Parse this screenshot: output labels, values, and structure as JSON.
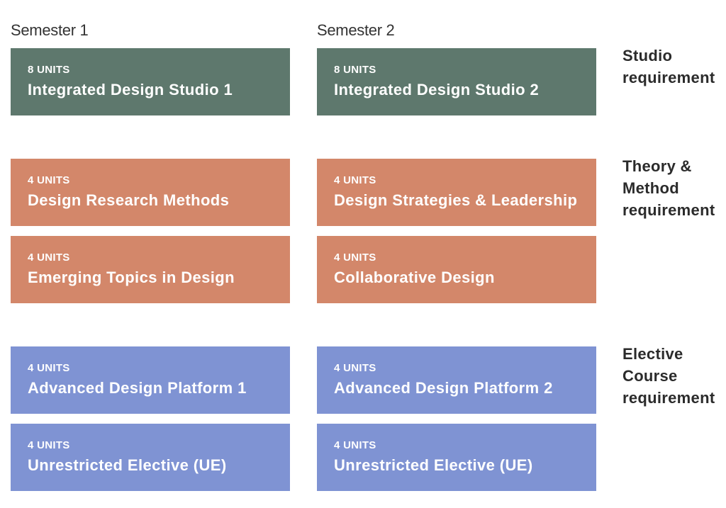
{
  "colors": {
    "studio": "#5E786D",
    "theory": "#D3876A",
    "elective": "#7F93D3"
  },
  "semesters": [
    "Semester 1",
    "Semester 2"
  ],
  "requirements": [
    {
      "lines": [
        "Studio",
        "requirement"
      ]
    },
    {
      "lines": [
        "Theory &",
        "Method",
        "requirement"
      ]
    },
    {
      "lines": [
        "Elective",
        "Course",
        "requirement"
      ]
    }
  ],
  "rows": [
    {
      "group": "studio",
      "cells": [
        {
          "units": "8 UNITS",
          "title": "Integrated Design Studio 1"
        },
        {
          "units": "8 UNITS",
          "title": "Integrated Design Studio 2"
        }
      ]
    },
    {
      "group": "theory",
      "cells": [
        {
          "units": "4 UNITS",
          "title": "Design Research Methods"
        },
        {
          "units": "4 UNITS",
          "title": "Design Strategies & Leadership"
        }
      ]
    },
    {
      "group": "theory",
      "cells": [
        {
          "units": "4 UNITS",
          "title": "Emerging Topics in Design"
        },
        {
          "units": "4 UNITS",
          "title": "Collaborative Design"
        }
      ]
    },
    {
      "group": "elective",
      "cells": [
        {
          "units": "4 UNITS",
          "title": "Advanced Design Platform 1"
        },
        {
          "units": "4 UNITS",
          "title": "Advanced Design Platform 2"
        }
      ]
    },
    {
      "group": "elective",
      "cells": [
        {
          "units": "4 UNITS",
          "title": "Unrestricted Elective (UE)"
        },
        {
          "units": "4 UNITS",
          "title": "Unrestricted Elective (UE)"
        }
      ]
    }
  ]
}
